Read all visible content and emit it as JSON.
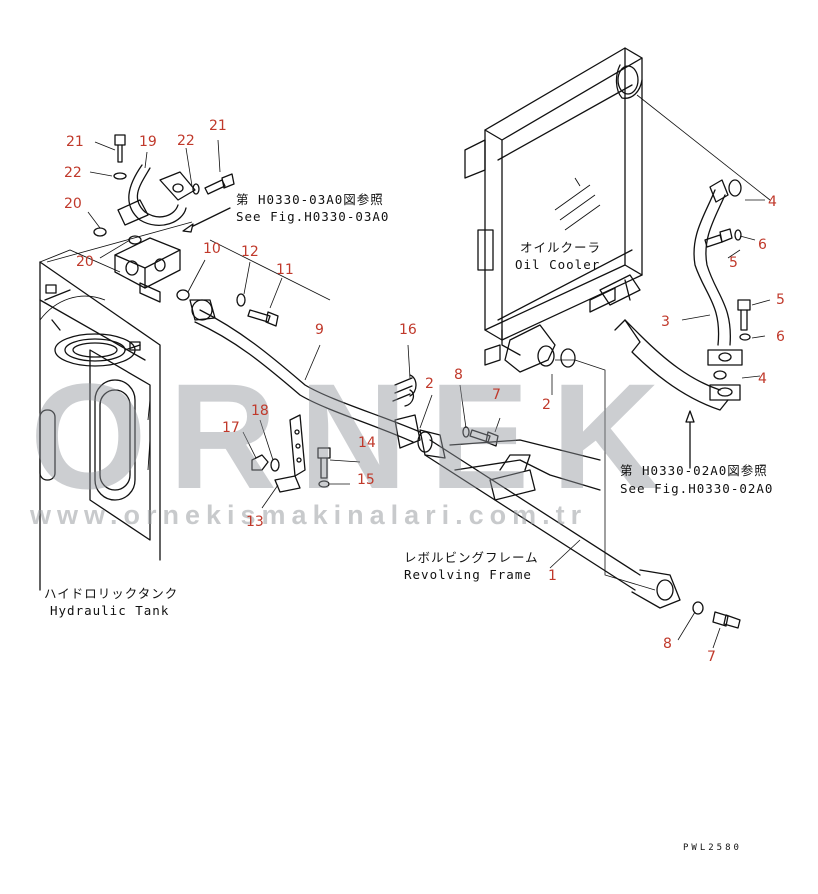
{
  "diagram": {
    "callouts": {
      "n1": "1",
      "n2a": "2",
      "n2b": "2",
      "n3": "3",
      "n4a": "4",
      "n4b": "4",
      "n5a": "5",
      "n5b": "5",
      "n6a": "6",
      "n6b": "6",
      "n7a": "7",
      "n7b": "7",
      "n8a": "8",
      "n8b": "8",
      "n9": "9",
      "n10": "10",
      "n11": "11",
      "n12": "12",
      "n13": "13",
      "n14": "14",
      "n15": "15",
      "n16": "16",
      "n17": "17",
      "n18": "18",
      "n19": "19",
      "n20a": "20",
      "n20b": "20",
      "n21a": "21",
      "n21b": "21",
      "n22a": "22",
      "n22b": "22"
    },
    "labels": {
      "ref_top_jp": "第 H0330-03A0図参照",
      "ref_top_en": "See Fig.H0330-03A0",
      "oil_cooler_jp": "オイルクーラ",
      "oil_cooler_en": "Oil Cooler",
      "ref_right_jp": "第 H0330-02A0図参照",
      "ref_right_en": "See Fig.H0330-02A0",
      "frame_jp": "レボルビングフレーム",
      "frame_en": "Revolving Frame",
      "tank_jp": "ハイドロリックタンク",
      "tank_en": "Hydraulic Tank"
    },
    "code": "PWL2580"
  },
  "watermark": {
    "brand": "ORNEK",
    "url": "www.ornekismakinalari.com.tr"
  },
  "colors": {
    "callout": "#c0392b",
    "line": "#111111",
    "watermark": "#8f9398"
  }
}
